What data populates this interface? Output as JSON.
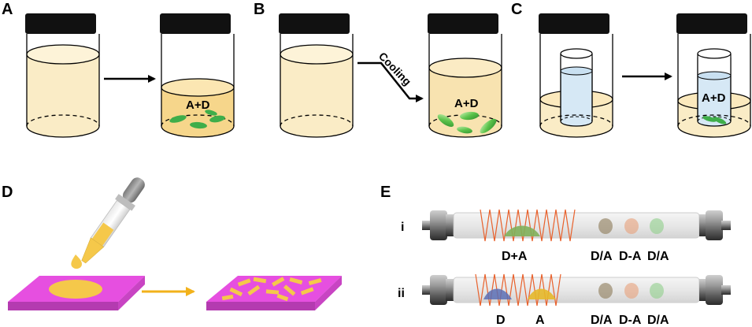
{
  "panels": {
    "a": "A",
    "b": "B",
    "c": "C",
    "d": "D",
    "e": "E"
  },
  "vial_label": "A+D",
  "cooling_label": "Cooling",
  "chromatography": {
    "row_i": {
      "numeral": "i",
      "sample_label": "D+A",
      "fraction_labels": [
        "D/A",
        "D-A",
        "D/A"
      ]
    },
    "row_ii": {
      "numeral": "ii",
      "sample_labels": [
        "D",
        "A"
      ],
      "fraction_labels": [
        "D/A",
        "D-A",
        "D/A"
      ]
    }
  },
  "colors": {
    "solution": "#f9e4b0",
    "solution_rim": "#f6d88c",
    "crystal_green": "#3fae4a",
    "inner_water": "#d6e8f5",
    "cap": "#111111",
    "substrate": "#e64fe0",
    "droplet": "#f5c84a",
    "arrow_orange": "#f2b21b",
    "coil": "#e8612c"
  }
}
